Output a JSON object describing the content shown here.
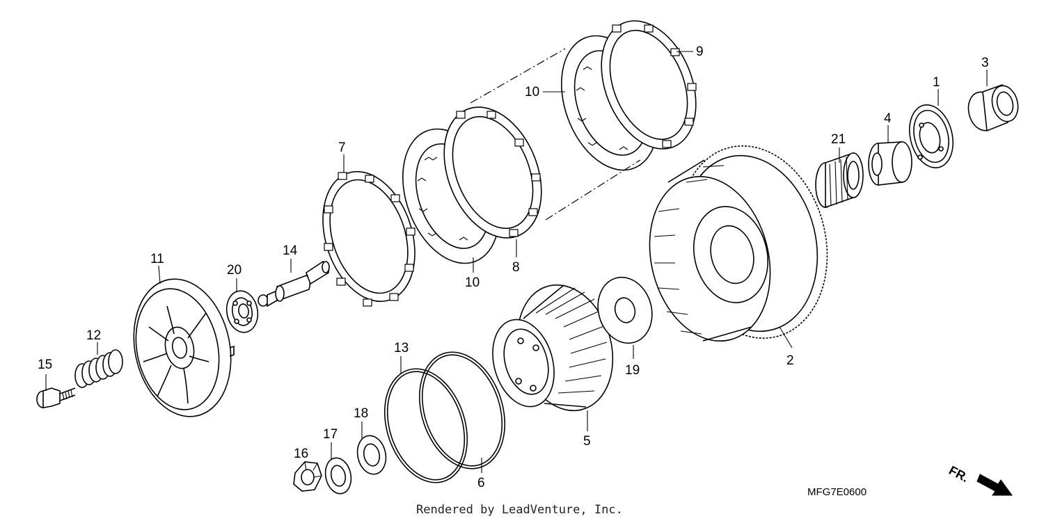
{
  "diagram": {
    "callouts": {
      "c1": "1",
      "c2": "2",
      "c3": "3",
      "c4": "4",
      "c5": "5",
      "c6": "6",
      "c7": "7",
      "c8": "8",
      "c9": "9",
      "c10a": "10",
      "c10b": "10",
      "c11": "11",
      "c12": "12",
      "c13": "13",
      "c14": "14",
      "c15": "15",
      "c16": "16",
      "c17": "17",
      "c18": "18",
      "c19": "19",
      "c20": "20",
      "c21": "21"
    },
    "diagram_code": "MFG7E0600",
    "credit": "Rendered by LeadVenture, Inc.",
    "front_marker": "FR."
  }
}
